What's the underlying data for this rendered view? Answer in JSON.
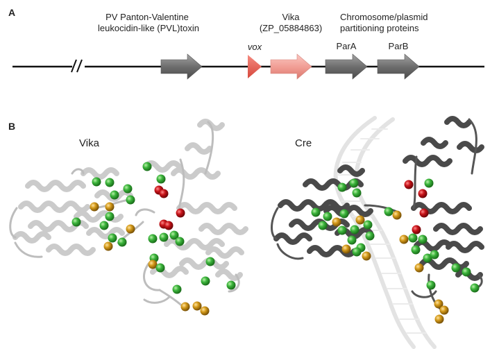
{
  "panel_a": {
    "label": "A",
    "genes": [
      {
        "lines": [
          "PV Panton-Valentine",
          "leukocidin-like (PVL)toxin"
        ],
        "color": "#7a7a7a"
      },
      {
        "lines": [
          "vox"
        ],
        "color": "#e8685e",
        "italic": true
      },
      {
        "lines": [
          "Vika",
          "(ZP_05884863)"
        ],
        "color": "#f2a19a"
      },
      {
        "lines": [
          "ParA"
        ],
        "color": "#7a7a7a"
      },
      {
        "lines": [
          "ParB"
        ],
        "color": "#7a7a7a"
      }
    ],
    "group_label": [
      "Chromosome/plasmid",
      "partitioning proteins"
    ]
  },
  "panel_b": {
    "label": "B",
    "left_title": "Vika",
    "right_title": "Cre"
  },
  "colors": {
    "sphere_green": "#3cb53c",
    "sphere_orange": "#d49a1a",
    "sphere_red": "#c8141a",
    "ribbon_light": "#c9c9c9",
    "ribbon_dark": "#4a4a4a",
    "dna": "#e3e3e3"
  }
}
